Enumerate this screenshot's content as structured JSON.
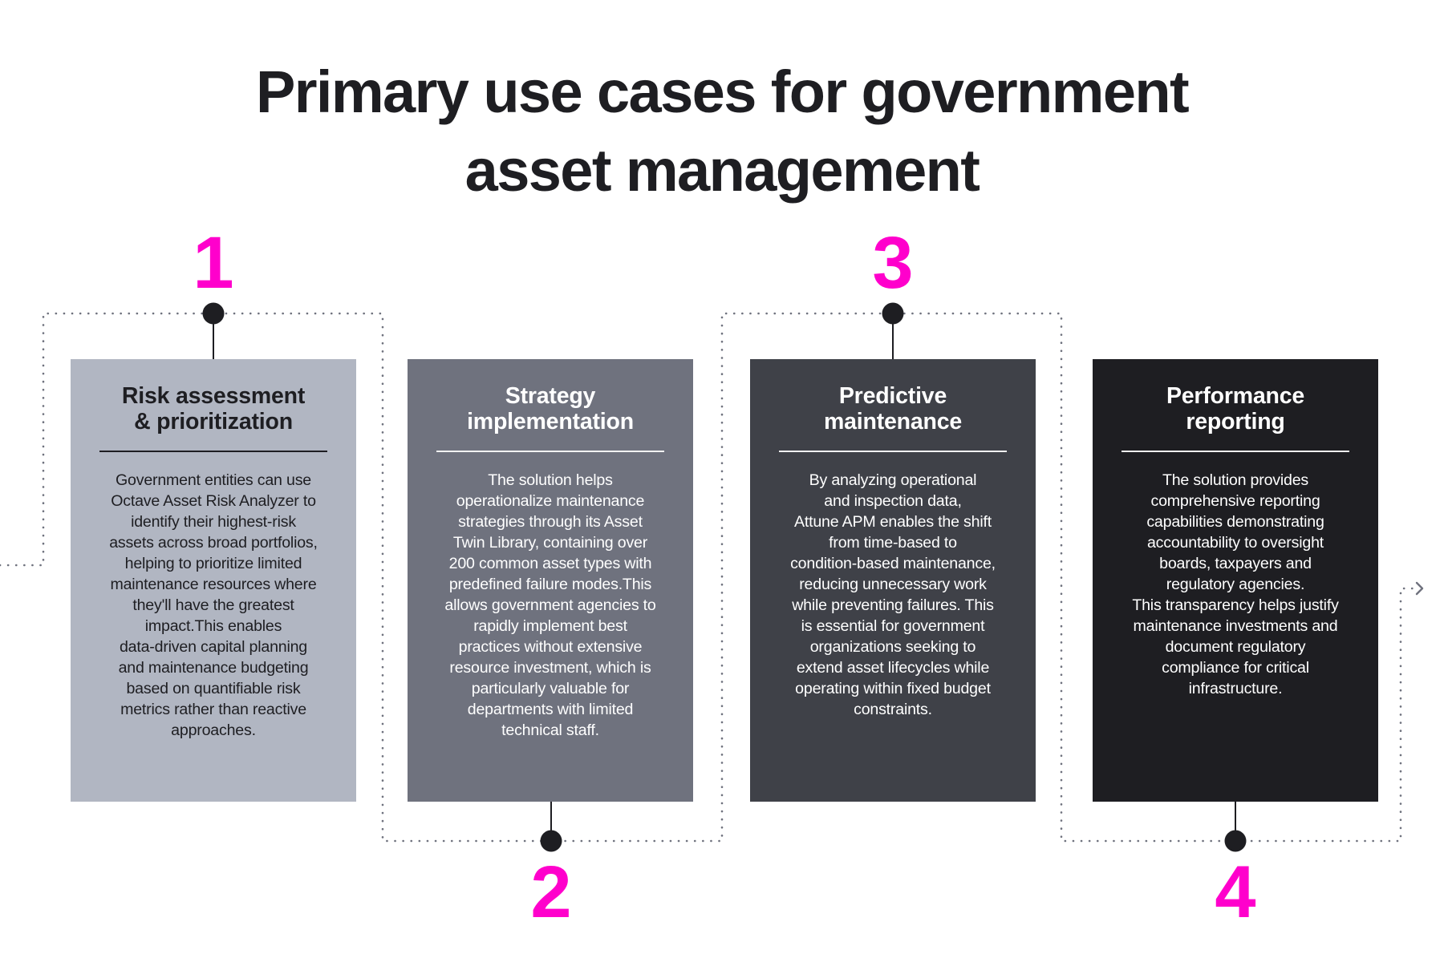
{
  "title": {
    "lines": [
      "Primary use cases for government",
      "asset management"
    ]
  },
  "colors": {
    "accent_number": "#ff00cc",
    "title_text": "#1e1e22",
    "connector_dots": "#6f727e",
    "node_dot": "#1e1e22",
    "card_1_bg": "#b1b6c2",
    "card_2_bg": "#6f727e",
    "card_3_bg": "#3f4148",
    "card_4_bg": "#1e1e22"
  },
  "steps": [
    {
      "number": "1",
      "title_lines": [
        "Risk assessment",
        "& prioritization"
      ],
      "body_lines": [
        "Government entities can use",
        "Octave Asset Risk Analyzer to",
        "identify their highest-risk",
        "assets across broad portfolios,",
        "helping to prioritize limited",
        "maintenance resources where",
        "they'll have the greatest",
        "impact.This enables",
        "data-driven capital planning",
        "and maintenance budgeting",
        "based on quantifiable risk",
        "metrics rather than reactive",
        "approaches."
      ]
    },
    {
      "number": "2",
      "title_lines": [
        "Strategy",
        "implementation"
      ],
      "body_lines": [
        "The solution helps",
        "operationalize maintenance",
        "strategies through its Asset",
        "Twin Library, containing over",
        "200 common asset types with",
        "predefined failure modes.This",
        "allows government agencies to",
        "rapidly implement best",
        "practices without extensive",
        "resource investment, which is",
        "particularly valuable for",
        "departments with limited",
        "technical staff."
      ]
    },
    {
      "number": "3",
      "title_lines": [
        "Predictive",
        "maintenance"
      ],
      "body_lines": [
        "By analyzing operational",
        "and inspection data,",
        "Attune APM enables the shift",
        "from time-based to",
        "condition-based maintenance,",
        "reducing unnecessary work",
        "while preventing failures. This",
        "is essential for government",
        "organizations seeking to",
        "extend asset lifecycles while",
        "operating within fixed budget",
        "constraints."
      ]
    },
    {
      "number": "4",
      "title_lines": [
        "Performance",
        "reporting"
      ],
      "body_lines": [
        "The solution provides",
        "comprehensive reporting",
        "capabilities demonstrating",
        "accountability to oversight",
        "boards, taxpayers and",
        "regulatory agencies.",
        "This transparency helps justify",
        "maintenance investments and",
        "document regulatory",
        "compliance for critical",
        "infrastructure."
      ]
    }
  ],
  "icons": {
    "flow_arrow": "chevron-right"
  }
}
